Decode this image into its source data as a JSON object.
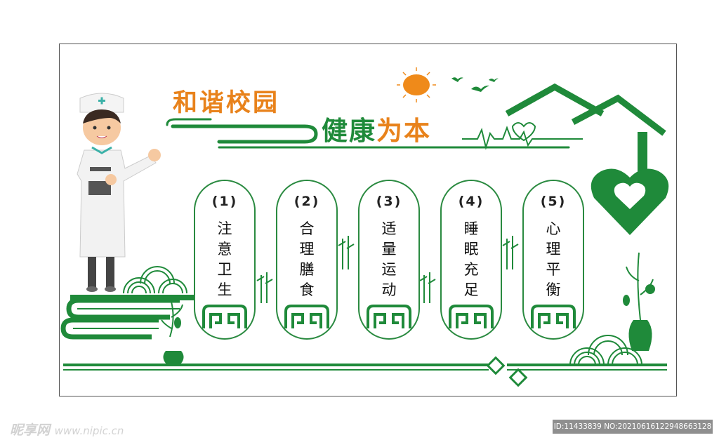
{
  "title": {
    "line1": "和谐校园",
    "line2_green": "健康",
    "line2_orange": "为本"
  },
  "cards": [
    {
      "number": "(1)",
      "text": "注意卫生"
    },
    {
      "number": "(2)",
      "text": "合理膳食"
    },
    {
      "number": "(3)",
      "text": "适量运动"
    },
    {
      "number": "(4)",
      "text": "睡眠充足"
    },
    {
      "number": "(5)",
      "text": "心理平衡"
    }
  ],
  "watermark": {
    "site_name": "昵享网",
    "site_url": "www.nipic.cn",
    "image_id": "ID:11433839 NO:20210616122948663128"
  },
  "colors": {
    "green": "#1f8a3a",
    "orange": "#e8821b",
    "sun": "#ef8a1a"
  },
  "icons": [
    "nurse-illustration",
    "sun-icon",
    "birds-icon",
    "house-heart-icon",
    "heartbeat-line",
    "book-stack",
    "vase-flower-icon",
    "bamboo-icon",
    "cloud-pattern",
    "diamond-ornament"
  ]
}
